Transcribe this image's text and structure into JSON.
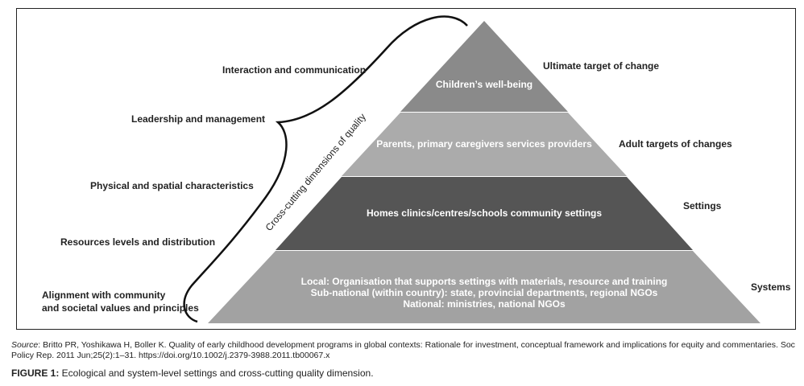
{
  "pyramid": {
    "levels": [
      {
        "text": "Children’s well-being",
        "label": "Ultimate target of change",
        "color": "#8a8a8a"
      },
      {
        "text": "Parents, primary caregivers services providers",
        "label": "Adult targets of changes",
        "color": "#ababab"
      },
      {
        "text": "Homes clinics/centres/schools community settings",
        "label": "Settings",
        "color": "#555555"
      },
      {
        "lines": [
          "Local: Organisation that supports settings with materials, resource and training",
          "Sub-national (within country): state, provincial departments, regional NGOs",
          "National: ministries, national NGOs"
        ],
        "label": "Systems",
        "color": "#a2a2a2"
      }
    ]
  },
  "brace_label": "Cross-cutting dimensions of quality",
  "dimensions": [
    "Interaction and communication",
    "Leadership and management",
    "Physical and spatial characteristics",
    "Resources levels and distribution",
    "Alignment with community",
    "and societal values and principles"
  ],
  "source": {
    "prefix": "Source",
    "text": ": Britto PR, Yoshikawa H, Boller K. Quality of early childhood development programs in global contexts: Rationale for investment, conceptual framework and implications for equity and commentaries. Soc Policy Rep. 2011 Jun;25(2):1–31. https://doi.org/10.1002/j.2379-3988.2011.tb00067.x"
  },
  "caption": {
    "label": "FIGURE 1:",
    "text": " Ecological and system-level settings and cross-cutting quality dimension."
  }
}
